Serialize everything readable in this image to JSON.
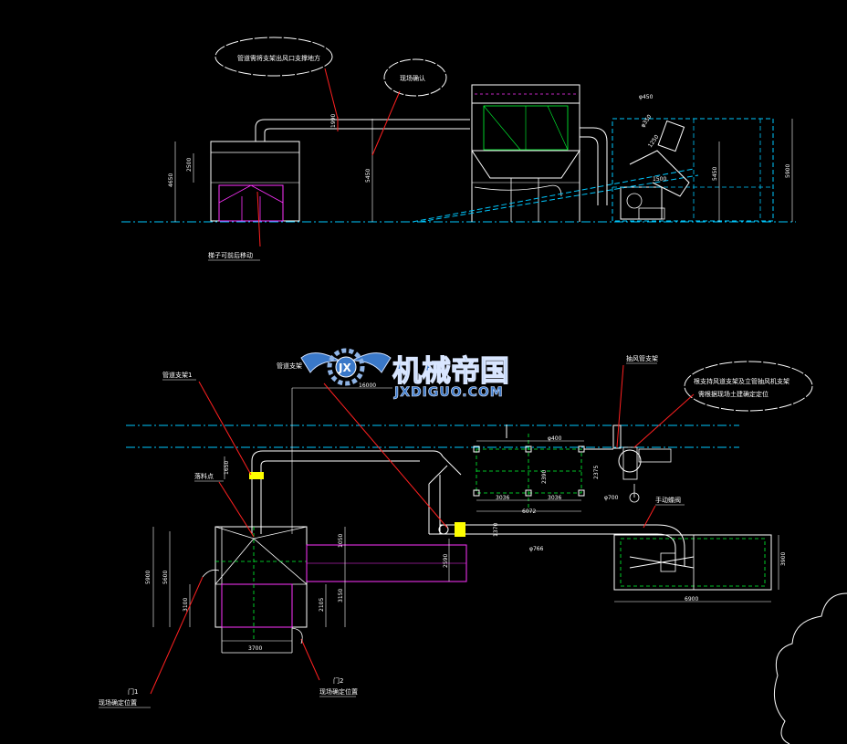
{
  "colors": {
    "background": "#000000",
    "outline": "#ffffff",
    "leader": "#ff2020",
    "centerline": "#00c8ff",
    "structure": "#00ff33",
    "frame": "#ff33ff",
    "watermark_blue": "#3a78c8",
    "highlight": "#ffff00"
  },
  "top_view": {
    "notes": [
      "管道需将支架出风口支撑地方",
      "现场确认",
      "梯子可前后移动"
    ],
    "dimensions": [
      "4650",
      "2500",
      "5450",
      "φ450",
      "φ350",
      "1250",
      "1990",
      "1500",
      "5450",
      "5900"
    ]
  },
  "plan_view": {
    "notes": [
      "管道支架1",
      "管道支架",
      "抽风管支架",
      "根支持风道支架及立管抽风机支架",
      "需根据现场土建确定定位",
      "落料点",
      "手动蝶阀",
      "门1",
      "现场确定位置",
      "门2",
      "现场确定位置"
    ],
    "dimensions": [
      "1650",
      "16000",
      "φ400",
      "2390",
      "2375",
      "3036",
      "3036",
      "6072",
      "φ700",
      "1050",
      "φ766",
      "1370",
      "2590",
      "5900",
      "5600",
      "3100",
      "2105",
      "3150",
      "3700",
      "6900",
      "3900"
    ]
  },
  "watermark": {
    "title": "机械帝国",
    "url": "JXDIGUO.COM",
    "logo_icon": "gear-wings-logo"
  }
}
